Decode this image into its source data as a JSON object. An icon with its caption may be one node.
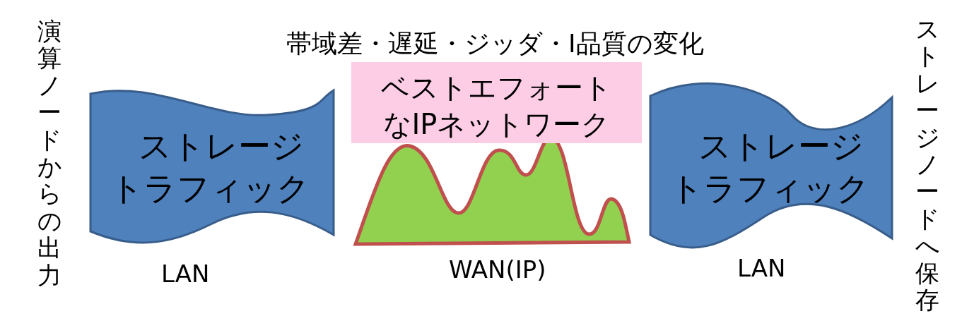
{
  "diagram": {
    "nodes": [
      {
        "text": [
          "ストレージトラフィック"
        ]
      },
      {
        "text": [
          "ベストエフォートなIPネットワーク"
        ]
      },
      {
        "text": [
          "ストレージトラフィック"
        ]
      }
    ],
    "labels": [
      "演算ノードからの出力",
      "帯域差・遅延・ジッダ・I品質の変化",
      "LAN",
      "WAN(IP)",
      "LAN",
      "ストレージノードへ保存"
    ]
  }
}
